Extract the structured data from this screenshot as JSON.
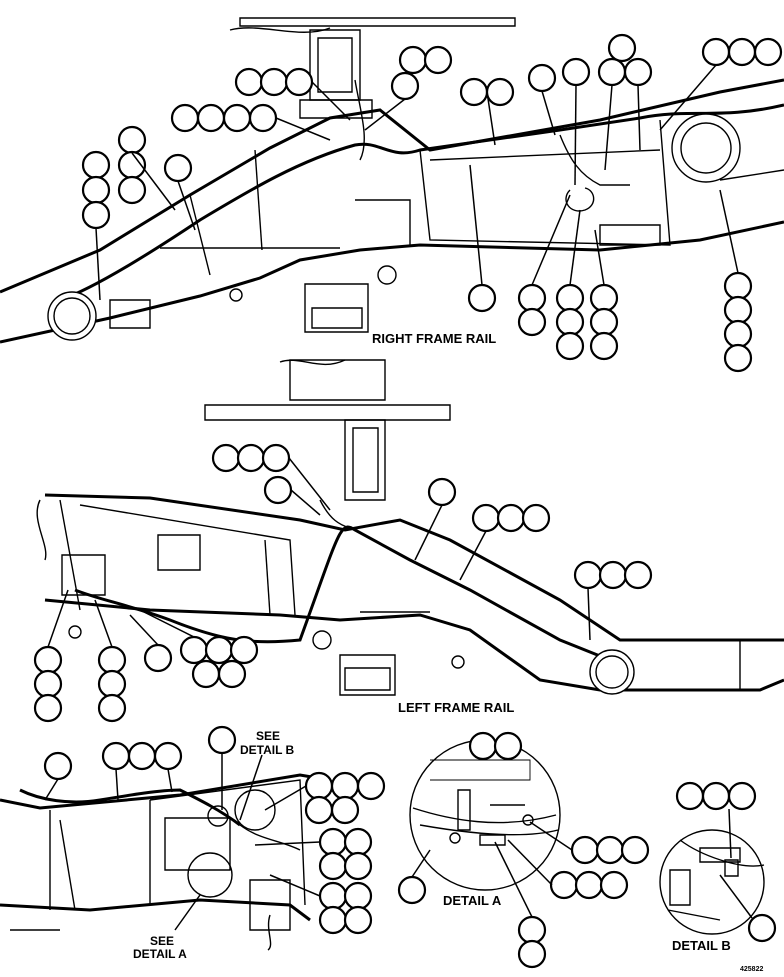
{
  "labels": {
    "right_frame_rail": "RIGHT FRAME RAIL",
    "left_frame_rail": "LEFT FRAME RAIL",
    "see_detail_b_1": "SEE",
    "see_detail_b_2": "DETAIL B",
    "see_detail_a_1": "SEE",
    "see_detail_a_2": "DETAIL A",
    "detail_a": "DETAIL A",
    "detail_b": "DETAIL B",
    "figure_number": "425822"
  },
  "colors": {
    "line": "#000000",
    "background": "#ffffff"
  }
}
